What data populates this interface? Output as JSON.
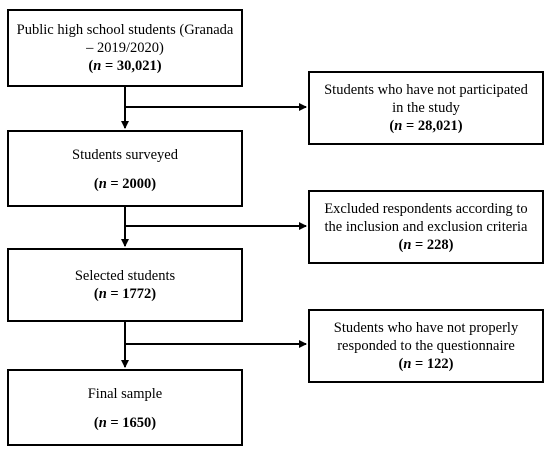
{
  "main_boxes": [
    {
      "lines": [
        "Public high school students (Granada",
        "– 2019/2020)"
      ],
      "n_var": "n",
      "n_value": "= 30,021"
    },
    {
      "lines": [
        "Students surveyed"
      ],
      "n_var": "n",
      "n_value": "= 2000"
    },
    {
      "lines": [
        "Selected students"
      ],
      "n_var": "n",
      "n_value": "= 1772"
    },
    {
      "lines": [
        "Final sample"
      ],
      "n_var": "n",
      "n_value": "= 1650"
    }
  ],
  "side_boxes": [
    {
      "lines": [
        "Students who have not participated",
        "in the study"
      ],
      "n_var": "n",
      "n_value": "= 28,021"
    },
    {
      "lines": [
        "Excluded respondents according to",
        "the inclusion and exclusion criteria"
      ],
      "n_var": "n",
      "n_value": "= 228"
    },
    {
      "lines": [
        "Students who have not properly",
        "responded to the questionnaire"
      ],
      "n_var": "n",
      "n_value": "= 122"
    }
  ]
}
